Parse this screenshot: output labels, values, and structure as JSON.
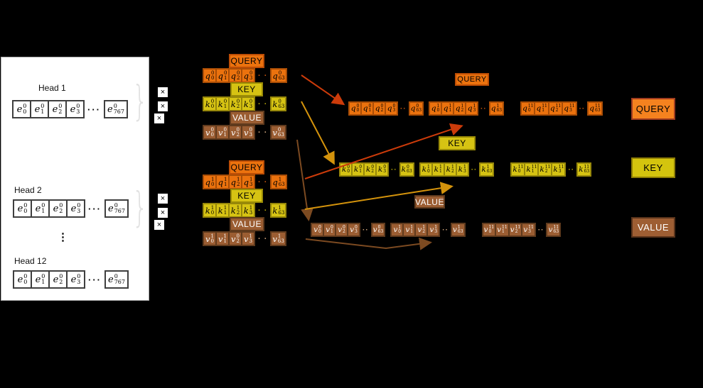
{
  "panel": {
    "brace": "}",
    "times": "×",
    "vdots": "⋮",
    "heads": [
      {
        "label": "Head 1",
        "row": [
          {
            "t": "cell",
            "v": "e",
            "sup": "0",
            "sub": "0"
          },
          {
            "t": "cell",
            "v": "e",
            "sup": "0",
            "sub": "1"
          },
          {
            "t": "cell",
            "v": "e",
            "sup": "0",
            "sub": "2"
          },
          {
            "t": "cell",
            "v": "e",
            "sup": "0",
            "sub": "3"
          },
          {
            "t": "dots",
            "g": "···"
          },
          {
            "t": "cell",
            "v": "e",
            "sup": "0",
            "sub": "767"
          }
        ]
      },
      {
        "label": "Head 2",
        "row": [
          {
            "t": "cell",
            "v": "e",
            "sup": "0",
            "sub": "0"
          },
          {
            "t": "cell",
            "v": "e",
            "sup": "0",
            "sub": "1"
          },
          {
            "t": "cell",
            "v": "e",
            "sup": "0",
            "sub": "2"
          },
          {
            "t": "cell",
            "v": "e",
            "sup": "0",
            "sub": "3"
          },
          {
            "t": "dots",
            "g": "···"
          },
          {
            "t": "cell",
            "v": "e",
            "sup": "0",
            "sub": "767"
          }
        ]
      },
      {
        "label": "Head 12",
        "row": [
          {
            "t": "cell",
            "v": "e",
            "sup": "0",
            "sub": "0"
          },
          {
            "t": "cell",
            "v": "e",
            "sup": "0",
            "sub": "1"
          },
          {
            "t": "cell",
            "v": "e",
            "sup": "0",
            "sub": "2"
          },
          {
            "t": "cell",
            "v": "e",
            "sup": "0",
            "sub": "3"
          },
          {
            "t": "dots",
            "g": "···"
          },
          {
            "t": "cell",
            "v": "e",
            "sup": "0",
            "sub": "767"
          }
        ]
      }
    ]
  },
  "head_blocks": [
    {
      "query_label": "QUERY",
      "key_label": "KEY",
      "value_label": "VALUE",
      "query_row": [
        {
          "t": "cell",
          "v": "q",
          "sup": "0",
          "sub": "0"
        },
        {
          "t": "cell",
          "v": "q",
          "sup": "0",
          "sub": "1"
        },
        {
          "t": "cell",
          "v": "q",
          "sup": "0",
          "sub": "2"
        },
        {
          "t": "cell",
          "v": "q",
          "sup": "0",
          "sub": "3"
        },
        {
          "t": "dots",
          "g": "· ·"
        },
        {
          "t": "cell",
          "v": "q",
          "sup": "0",
          "sub": "63"
        }
      ],
      "key_row": [
        {
          "t": "cell",
          "v": "k",
          "sup": "0",
          "sub": "0"
        },
        {
          "t": "cell",
          "v": "k",
          "sup": "0",
          "sub": "1"
        },
        {
          "t": "cell",
          "v": "k",
          "sup": "0",
          "sub": "2"
        },
        {
          "t": "cell",
          "v": "k",
          "sup": "0",
          "sub": "3"
        },
        {
          "t": "dots",
          "g": "· ·"
        },
        {
          "t": "cell",
          "v": "k",
          "sup": "0",
          "sub": "63"
        }
      ],
      "value_row": [
        {
          "t": "cell",
          "v": "v",
          "sup": "0",
          "sub": "0"
        },
        {
          "t": "cell",
          "v": "v",
          "sup": "0",
          "sub": "1"
        },
        {
          "t": "cell",
          "v": "v",
          "sup": "0",
          "sub": "2"
        },
        {
          "t": "cell",
          "v": "v",
          "sup": "0",
          "sub": "3"
        },
        {
          "t": "dots",
          "g": "· ·"
        },
        {
          "t": "cell",
          "v": "v",
          "sup": "0",
          "sub": "63"
        }
      ]
    },
    {
      "query_label": "QUERY",
      "key_label": "KEY",
      "value_label": "VALUE",
      "query_row": [
        {
          "t": "cell",
          "v": "q",
          "sup": "1",
          "sub": "0"
        },
        {
          "t": "cell",
          "v": "q",
          "sup": "1",
          "sub": "1"
        },
        {
          "t": "cell",
          "v": "q",
          "sup": "1",
          "sub": "2"
        },
        {
          "t": "cell",
          "v": "q",
          "sup": "1",
          "sub": "3"
        },
        {
          "t": "dots",
          "g": "· ·"
        },
        {
          "t": "cell",
          "v": "q",
          "sup": "1",
          "sub": "63"
        }
      ],
      "key_row": [
        {
          "t": "cell",
          "v": "k",
          "sup": "1",
          "sub": "0"
        },
        {
          "t": "cell",
          "v": "k",
          "sup": "1",
          "sub": "1"
        },
        {
          "t": "cell",
          "v": "k",
          "sup": "1",
          "sub": "2"
        },
        {
          "t": "cell",
          "v": "k",
          "sup": "1",
          "sub": "3"
        },
        {
          "t": "dots",
          "g": "· ·"
        },
        {
          "t": "cell",
          "v": "k",
          "sup": "1",
          "sub": "63"
        }
      ],
      "value_row": [
        {
          "t": "cell",
          "v": "v",
          "sup": "1",
          "sub": "0"
        },
        {
          "t": "cell",
          "v": "v",
          "sup": "1",
          "sub": "1"
        },
        {
          "t": "cell",
          "v": "v",
          "sup": "0",
          "sub": "2"
        },
        {
          "t": "cell",
          "v": "v",
          "sup": "1",
          "sub": "3"
        },
        {
          "t": "dots",
          "g": "· ·"
        },
        {
          "t": "cell",
          "v": "v",
          "sup": "1",
          "sub": "63"
        }
      ]
    }
  ],
  "concat": {
    "query": {
      "label": "QUERY",
      "groups": [
        [
          {
            "t": "cell",
            "v": "q",
            "sup": "0",
            "sub": "0"
          },
          {
            "t": "cell",
            "v": "q",
            "sup": "0",
            "sub": "1"
          },
          {
            "t": "cell",
            "v": "q",
            "sup": "0",
            "sub": "2"
          },
          {
            "t": "cell",
            "v": "q",
            "sup": "0",
            "sub": "3"
          },
          {
            "t": "dots",
            "g": "··"
          },
          {
            "t": "cell",
            "v": "q",
            "sup": "0",
            "sub": "63"
          }
        ],
        [
          {
            "t": "cell",
            "v": "q",
            "sup": "1",
            "sub": "0"
          },
          {
            "t": "cell",
            "v": "q",
            "sup": "1",
            "sub": "1"
          },
          {
            "t": "cell",
            "v": "q",
            "sup": "1",
            "sub": "2"
          },
          {
            "t": "cell",
            "v": "q",
            "sup": "1",
            "sub": "3"
          },
          {
            "t": "dots",
            "g": "··"
          },
          {
            "t": "cell",
            "v": "q",
            "sup": "1",
            "sub": "63"
          }
        ],
        [
          {
            "t": "cell",
            "v": "q",
            "sup": "11",
            "sub": "0"
          },
          {
            "t": "cell",
            "v": "q",
            "sup": "11",
            "sub": "1"
          },
          {
            "t": "cell",
            "v": "q",
            "sup": "11",
            "sub": "2"
          },
          {
            "t": "cell",
            "v": "q",
            "sup": "11",
            "sub": "3"
          },
          {
            "t": "dots",
            "g": "··"
          },
          {
            "t": "cell",
            "v": "q",
            "sup": "11",
            "sub": "63"
          }
        ]
      ]
    },
    "key": {
      "label": "KEY",
      "groups": [
        [
          {
            "t": "cell",
            "v": "k",
            "sup": "0",
            "sub": "0"
          },
          {
            "t": "cell",
            "v": "k",
            "sup": "0",
            "sub": "1"
          },
          {
            "t": "cell",
            "v": "k",
            "sup": "0",
            "sub": "2"
          },
          {
            "t": "cell",
            "v": "k",
            "sup": "0",
            "sub": "3"
          },
          {
            "t": "dots",
            "g": "··"
          },
          {
            "t": "cell",
            "v": "k",
            "sup": "0",
            "sub": "63"
          }
        ],
        [
          {
            "t": "cell",
            "v": "k",
            "sup": "1",
            "sub": "0"
          },
          {
            "t": "cell",
            "v": "k",
            "sup": "1",
            "sub": "1"
          },
          {
            "t": "cell",
            "v": "k",
            "sup": "1",
            "sub": "2"
          },
          {
            "t": "cell",
            "v": "k",
            "sup": "1",
            "sub": "3"
          },
          {
            "t": "dots",
            "g": "··"
          },
          {
            "t": "cell",
            "v": "k",
            "sup": "1",
            "sub": "63"
          }
        ],
        [
          {
            "t": "cell",
            "v": "k",
            "sup": "11",
            "sub": "0"
          },
          {
            "t": "cell",
            "v": "k",
            "sup": "11",
            "sub": "1"
          },
          {
            "t": "cell",
            "v": "k",
            "sup": "11",
            "sub": "2"
          },
          {
            "t": "cell",
            "v": "k",
            "sup": "11",
            "sub": "3"
          },
          {
            "t": "dots",
            "g": "··"
          },
          {
            "t": "cell",
            "v": "k",
            "sup": "11",
            "sub": "63"
          }
        ]
      ]
    },
    "value": {
      "label": "VALUE",
      "groups": [
        [
          {
            "t": "cell",
            "v": "v",
            "sup": "0",
            "sub": "0"
          },
          {
            "t": "cell",
            "v": "v",
            "sup": "0",
            "sub": "1"
          },
          {
            "t": "cell",
            "v": "v",
            "sup": "0",
            "sub": "2"
          },
          {
            "t": "cell",
            "v": "v",
            "sup": "0",
            "sub": "3"
          },
          {
            "t": "dots",
            "g": "··"
          },
          {
            "t": "cell",
            "v": "v",
            "sup": "0",
            "sub": "63"
          }
        ],
        [
          {
            "t": "cell",
            "v": "v",
            "sup": "1",
            "sub": "0"
          },
          {
            "t": "cell",
            "v": "v",
            "sup": "1",
            "sub": "1"
          },
          {
            "t": "cell",
            "v": "v",
            "sup": "1",
            "sub": "2"
          },
          {
            "t": "cell",
            "v": "v",
            "sup": "1",
            "sub": "3"
          },
          {
            "t": "dots",
            "g": "··"
          },
          {
            "t": "cell",
            "v": "v",
            "sup": "1",
            "sub": "63"
          }
        ],
        [
          {
            "t": "cell",
            "v": "v",
            "sup": "11",
            "sub": "0"
          },
          {
            "t": "cell",
            "v": "v",
            "sup": "11",
            "sub": "1"
          },
          {
            "t": "cell",
            "v": "v",
            "sup": "11",
            "sub": "2"
          },
          {
            "t": "cell",
            "v": "v",
            "sup": "11",
            "sub": "3"
          },
          {
            "t": "dots",
            "g": "··"
          },
          {
            "t": "cell",
            "v": "v",
            "sup": "11",
            "sub": "63"
          }
        ]
      ]
    }
  },
  "legend": {
    "query": "QUERY",
    "key": "KEY",
    "value": "VALUE"
  },
  "colors": {
    "query_fill": "#EB720E",
    "query_border": "#A94D06",
    "query_arrow": "#CC3B0A",
    "key_fill": "#D6C313",
    "key_border": "#96870A",
    "key_arrow": "#D4930C",
    "value_fill": "#9B5D32",
    "value_border": "#5F3A1D",
    "value_arrow": "#7C4A21",
    "background": "#000000",
    "panel": "#FFFFFF"
  }
}
